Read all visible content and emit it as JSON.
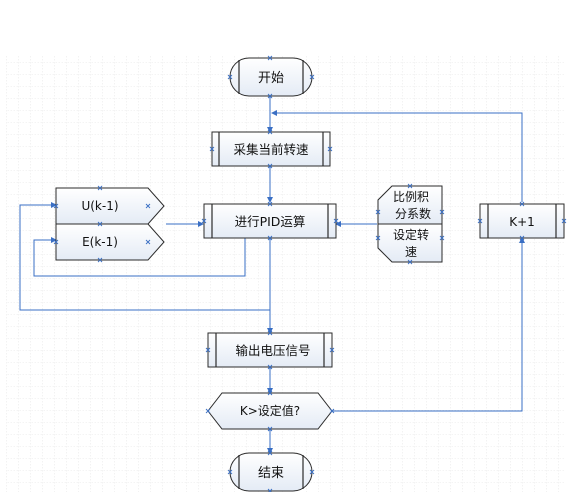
{
  "diagram": {
    "nodes": {
      "start": "开始",
      "sample": "采集当前转速",
      "pid": "进行PID运算",
      "u_prev": "U(k-1)",
      "e_prev": "E(k-1)",
      "coef_line1": "比例积",
      "coef_line2": "分系数",
      "setspeed_line1": "设定转",
      "setspeed_line2": "速",
      "increment": "K+1",
      "output": "输出电压信号",
      "compare": "K>设定值?",
      "end": "结束"
    }
  },
  "colors": {
    "grid": "#c8c8c8",
    "node_fill_top": "#ffffff",
    "node_fill_bottom": "#e4ebf5",
    "node_border": "#2b2b2b",
    "connector": "#3a6fc4"
  }
}
